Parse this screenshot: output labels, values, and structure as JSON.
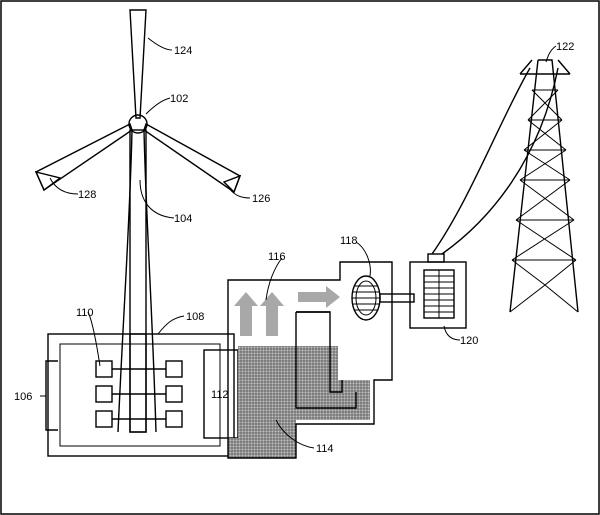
{
  "figure": {
    "labels": {
      "hub": "102",
      "tower": "104",
      "module_group": "106",
      "nacelle_housing": "108",
      "storage_enclosure": "110",
      "heat_exchanger": "112",
      "liquid": "114",
      "vapor_flow": "116",
      "turbine": "118",
      "generator": "120",
      "transmission_tower": "122",
      "blade_top": "124",
      "blade_right": "126",
      "blade_left": "128"
    },
    "colors": {
      "line": "#000000",
      "fill_liquid": "#8a8a8a",
      "fill_storage": "#d8d8d8",
      "arrow": "#a0a0a0"
    }
  }
}
